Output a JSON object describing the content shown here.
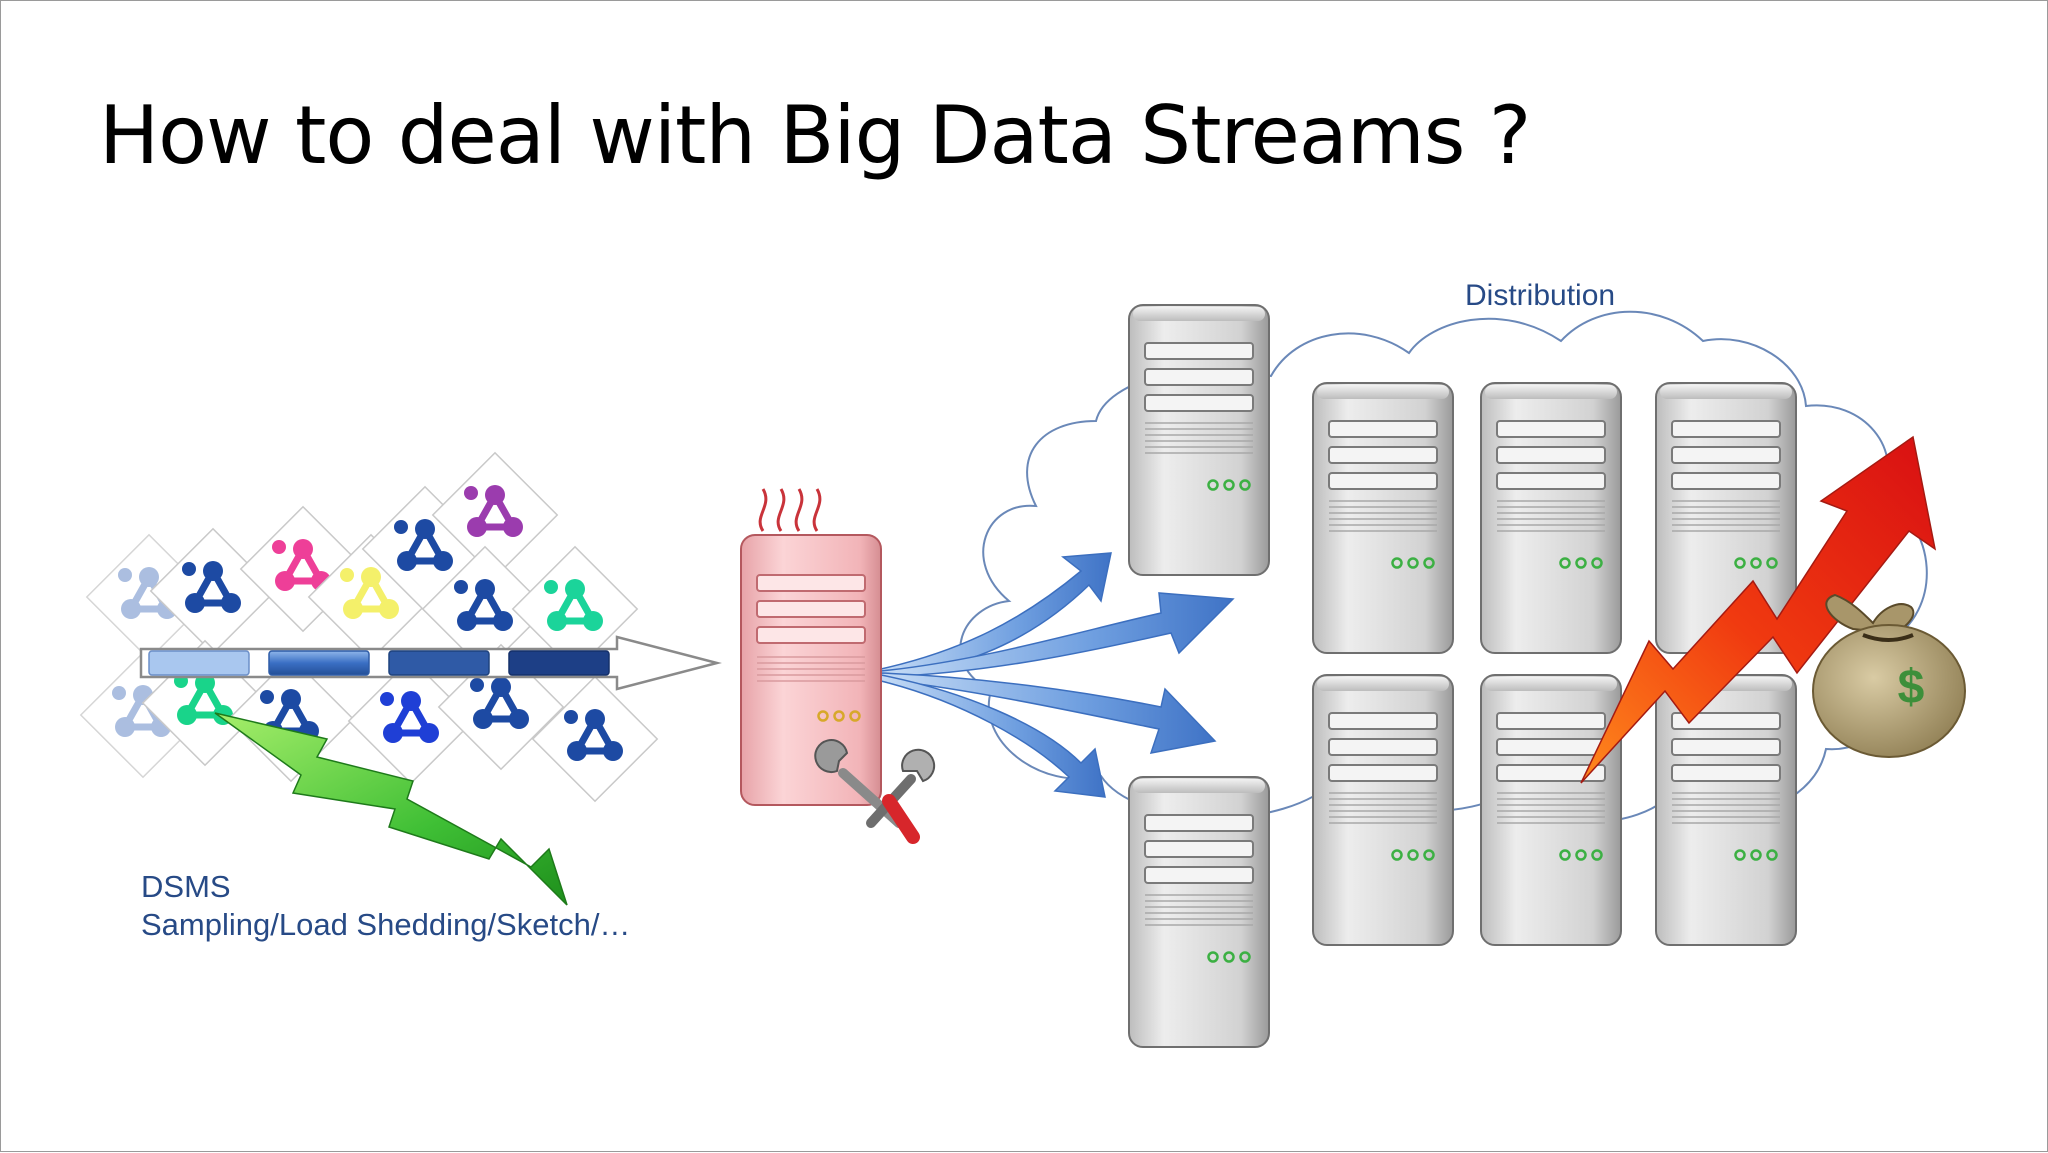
{
  "slide": {
    "title": "How to deal with Big Data Streams ?"
  },
  "diagram": {
    "distribution_label": "Distribution",
    "dsms_label": "DSMS",
    "dsms_methods": "Sampling/Load Shedding/Sketch/…",
    "money_symbol": "$"
  },
  "colors": {
    "label_blue": "#274a86",
    "cloud_stroke": "#5b7fb5",
    "server_gray": "#d4d4d4",
    "server_pink": "#f4b9bd",
    "arrow_blue": "#5a8fd6",
    "arrow_green": "#38b534",
    "arrow_red": "#e02016",
    "bag": "#b3a277"
  },
  "icons": [
    "molecule-icon",
    "stream-bar",
    "server-icon",
    "wrench-screwdriver-icon",
    "cloud-shape",
    "money-bag-icon",
    "trend-up-arrow",
    "trend-down-arrow",
    "branching-arrows"
  ]
}
